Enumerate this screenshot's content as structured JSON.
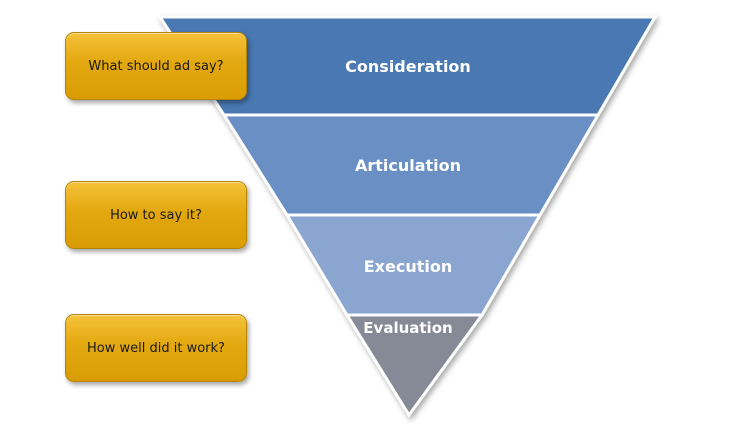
{
  "funnel": {
    "stages": [
      {
        "label": "Consideration",
        "color": "#4a78b2"
      },
      {
        "label": "Articulation",
        "color": "#6a8fc5"
      },
      {
        "label": "Execution",
        "color": "#8aa5d0"
      },
      {
        "label": "Evaluation",
        "color": "#858a96"
      }
    ]
  },
  "questions": [
    {
      "label": "What should ad say?"
    },
    {
      "label": "How to say it?"
    },
    {
      "label": "How well did it work?"
    }
  ],
  "colors": {
    "question_box": "#e3a80f",
    "funnel_border": "#ffffff"
  }
}
